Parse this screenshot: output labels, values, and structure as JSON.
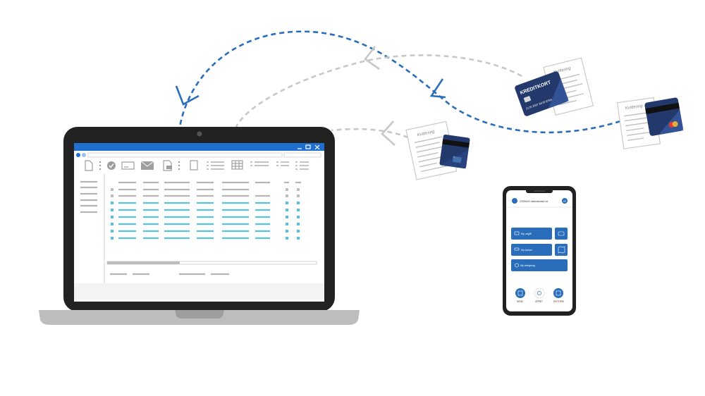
{
  "colors": {
    "brand_blue": "#2a6ebb",
    "flow_dashed_blue": "#2a6ebb",
    "flow_dashed_grey": "#c8c8c8",
    "card_navy": "#23386b",
    "laptop_frame": "#222222",
    "cyan_rows": "#5bc0de"
  },
  "receipts": {
    "receipt_label": "Kvittering"
  },
  "credit_card": {
    "brand": "KREDITKORT",
    "number": "2176 2567 8376 8764"
  },
  "phone": {
    "company": "CRONUS International Ltd.",
    "user_initials": "EE",
    "menu": {
      "my_expenses": "My udgift",
      "my_receipts": "My kørsel",
      "my_settlements": "My afregning"
    },
    "bottom_nav": {
      "send": "SEND",
      "create": "OPRET",
      "history": "HISTORIK"
    }
  }
}
